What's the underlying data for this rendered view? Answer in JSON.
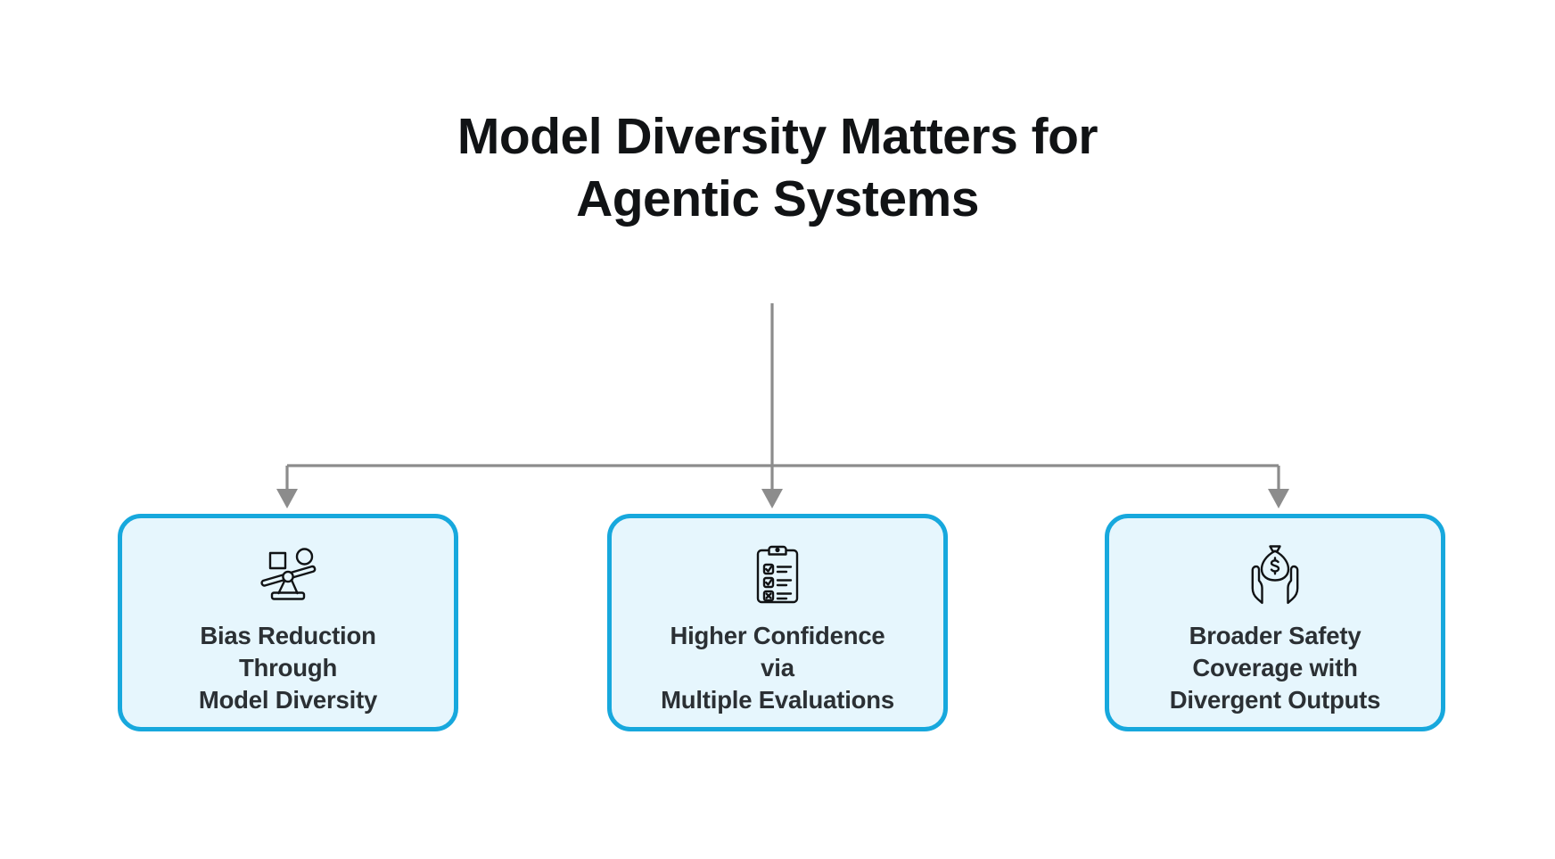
{
  "diagram": {
    "title": "Model Diversity Matters for\nAgentic Systems",
    "root_node_name": "model-diversity-root",
    "colors": {
      "card_border": "#17a8dd",
      "card_fill": "#e6f6fd",
      "connector": "#8c8c8c",
      "title_text": "#111315",
      "card_text": "#2b3034",
      "icon_stroke": "#111315"
    },
    "connector_style": "orthogonal-arrow",
    "nodes": [
      {
        "id": "bias-reduction",
        "icon": "balance-scale-icon",
        "label": "Bias Reduction\nThrough\nModel Diversity"
      },
      {
        "id": "higher-confidence",
        "icon": "clipboard-checklist-icon",
        "label": "Higher Confidence\nvia\nMultiple Evaluations"
      },
      {
        "id": "broader-safety",
        "icon": "hands-money-bag-icon",
        "label": "Broader Safety\nCoverage with\nDivergent Outputs"
      }
    ]
  }
}
